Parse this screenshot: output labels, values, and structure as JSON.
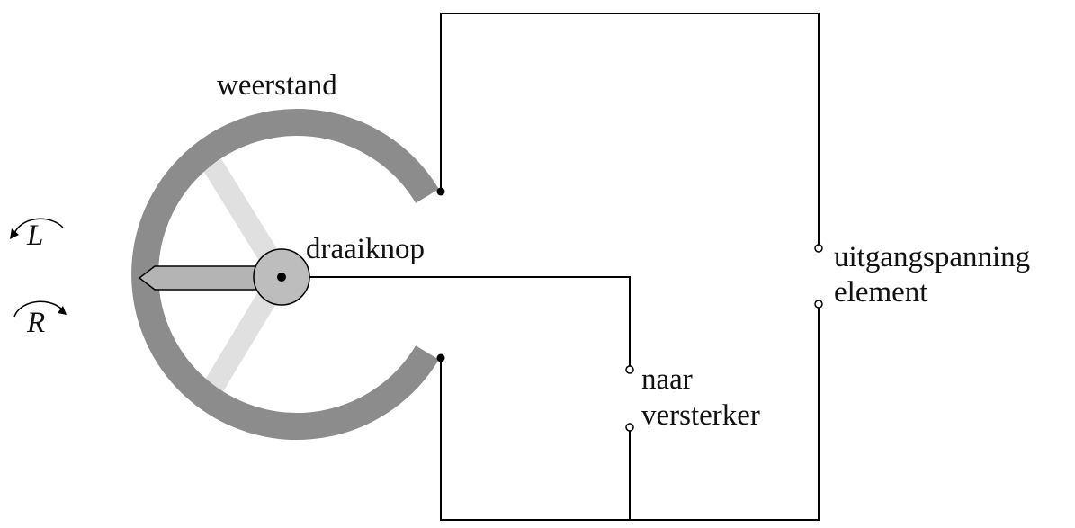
{
  "labels": {
    "resistor": "weerstand",
    "knob": "draaiknop",
    "element_output": "uitgangspanning\nelement",
    "amplifier": "naar\nversterker",
    "rotate_left": "L",
    "rotate_right": "R"
  },
  "colors": {
    "resistor_track": "#8c8c8c",
    "wiper_faint": "#e0e0e0",
    "pointer_fill": "#b4b4b4",
    "knob_fill": "#bdbdbd",
    "wire": "#000000"
  }
}
